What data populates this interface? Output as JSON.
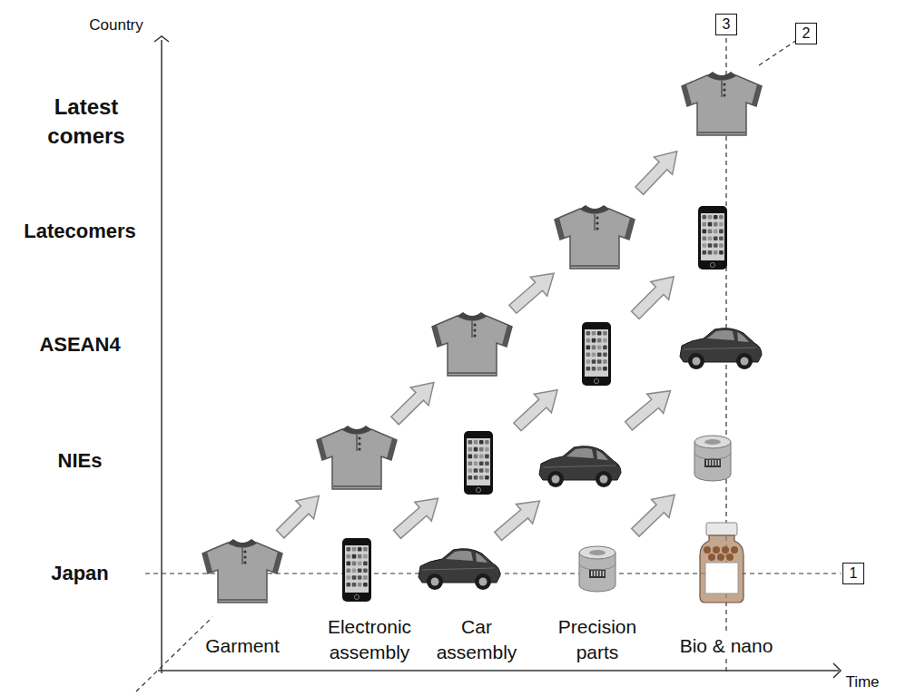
{
  "diagram": {
    "nodes": [
      {
        "text": [
          "3"
        ]
      },
      {
        "text": [
          "2"
        ]
      },
      {
        "text": [
          "1"
        ]
      }
    ],
    "labels": [
      "Country",
      "Latest comers",
      "Latecomers",
      "ASEAN4",
      "NIEs",
      "Japan",
      "Garment",
      "Electronic assembly",
      "Car assembly",
      "Precision parts",
      "Bio & nano",
      "Time"
    ]
  }
}
